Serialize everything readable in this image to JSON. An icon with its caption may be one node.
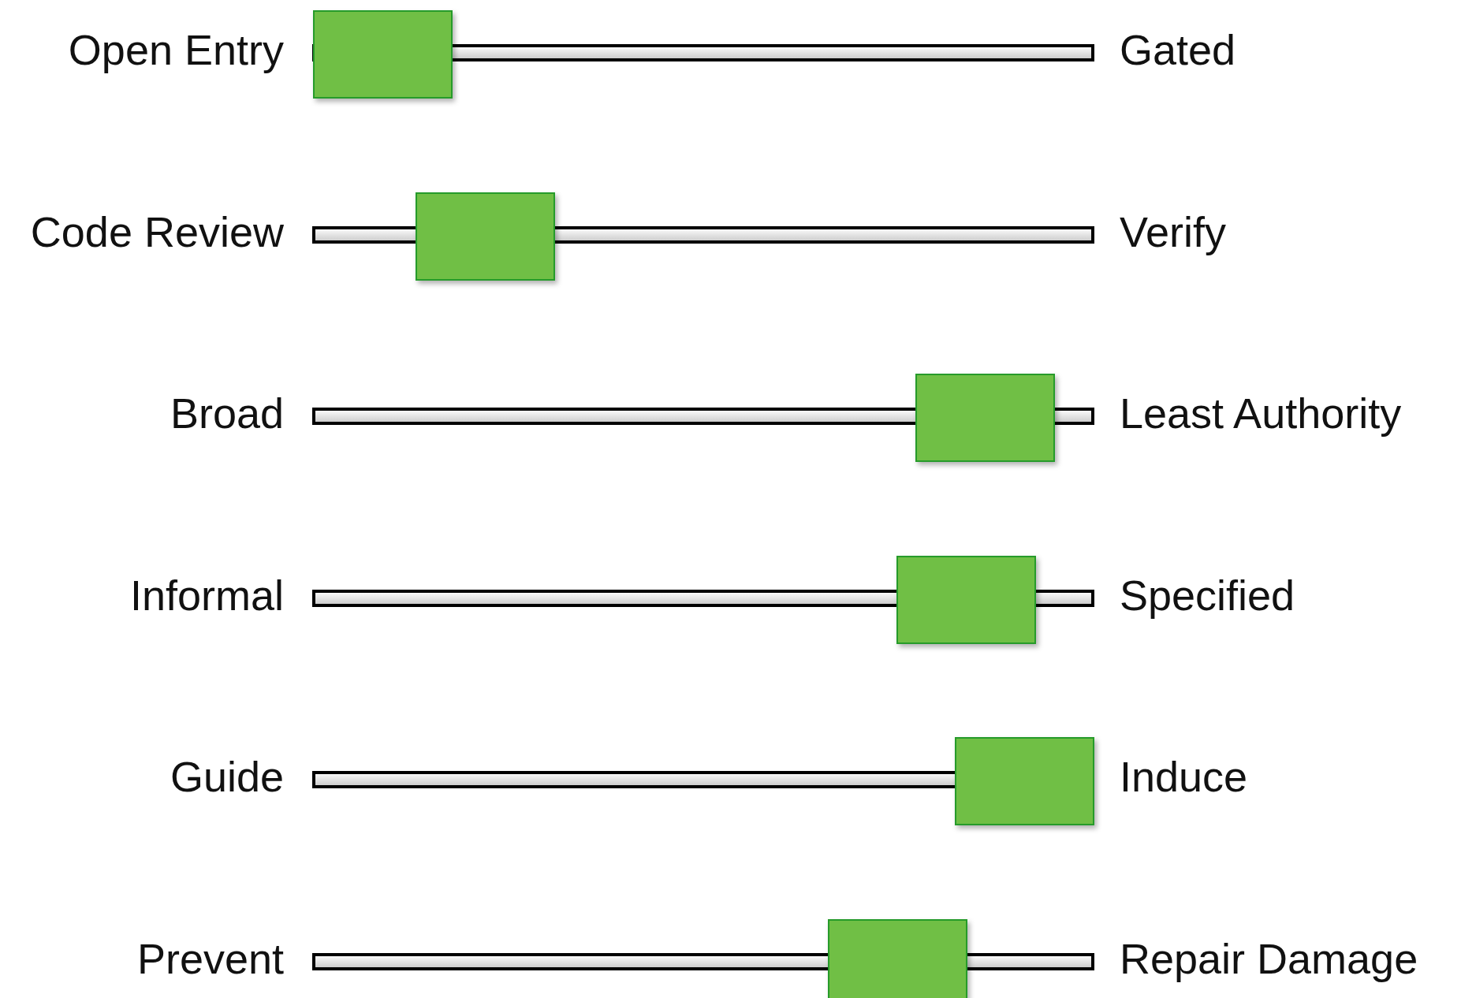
{
  "diagram": {
    "labels": [
      "Open Entry",
      "Gated",
      "Code Review",
      "Verify",
      "Broad",
      "Least Authority",
      "Informal",
      "Specified",
      "Guide",
      "Induce",
      "Prevent",
      "Repair Damage"
    ]
  }
}
